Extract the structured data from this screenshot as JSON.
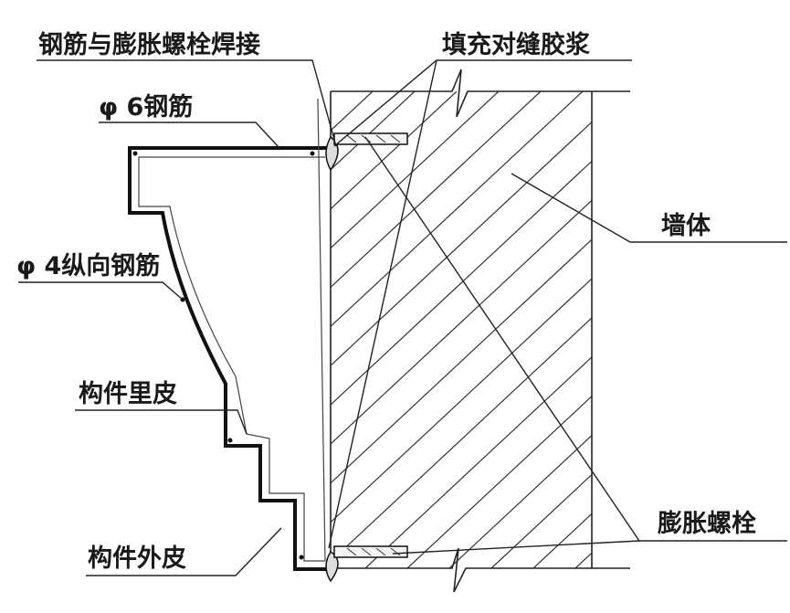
{
  "labels": {
    "rebar_weld": "钢筋与膨胀螺栓焊接",
    "grout": "填充对缝胶浆",
    "rebar_6": "φ 6钢筋",
    "wall": "墙体",
    "rebar_4": "φ 4纵向钢筋",
    "inner_skin": "构件里皮",
    "bolt": "膨胀螺栓",
    "outer_skin": "构件外皮"
  },
  "colors": {
    "line": "#111111",
    "background": "#ffffff"
  }
}
